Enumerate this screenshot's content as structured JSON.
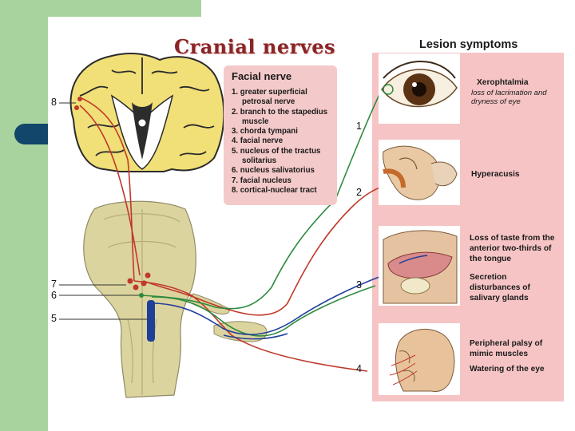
{
  "diagram": {
    "title": "Cranial nerves",
    "lesion_title": "Lesion symptoms",
    "legend": {
      "title": "Facial nerve",
      "items": [
        "1. greater superficial petrosal nerve",
        "2. branch to the stapedius muscle",
        "3. chorda tympani",
        "4. facial nerve",
        "5. nucleus of the tractus solitarius",
        "6. nucleus salivatorius",
        "7. facial nucleus",
        "8. cortical-nuclear tract"
      ]
    },
    "left_labels": [
      "8",
      "7",
      "6",
      "5"
    ],
    "right_labels": [
      "1",
      "2",
      "3",
      "4"
    ],
    "symptoms": {
      "xerophtalmia": "Xerophtalmia",
      "xerophtalmia_detail": "loss of lacrimation and dryness of eye",
      "hyperacusis": "Hyperacusis",
      "taste": "Loss of taste from the anterior two-thirds of the tongue",
      "secretion": "Secretion disturbances of salivary glands",
      "palsy": "Peripheral palsy of mimic muscles",
      "watering": "Watering of the eye"
    }
  },
  "colors": {
    "background_side": "#a9d39e",
    "tab": "#12466a",
    "title": "#8a2526",
    "legend_bg": "#f4c9c9",
    "panel_bg": "#f6c4c4",
    "nerve_red": "#c0392b",
    "nerve_green": "#2e8b3e",
    "nerve_blue": "#1f3f99"
  },
  "icons": [
    "brain-coronal-illustration",
    "brainstem-illustration",
    "eye-illustration",
    "ear-illustration",
    "mouth-section-illustration",
    "head-face-illustration"
  ]
}
